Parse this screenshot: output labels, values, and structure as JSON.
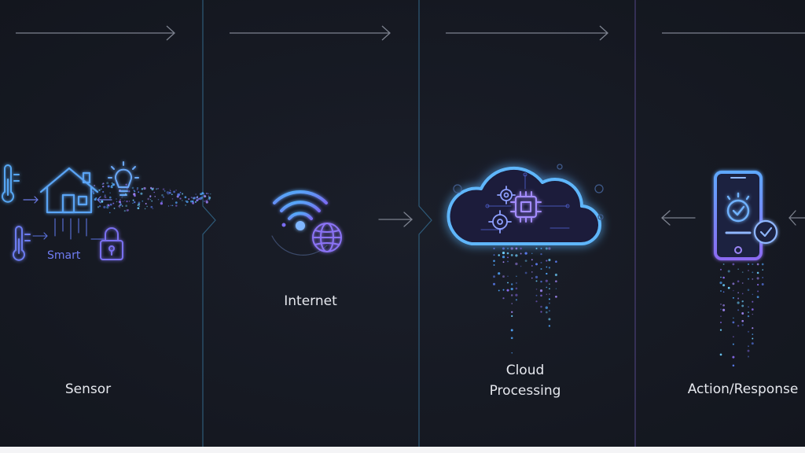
{
  "stages": [
    {
      "label": "Sensor"
    },
    {
      "label": "Internet"
    },
    {
      "label_line1": "Cloud",
      "label_line2": "Processing"
    },
    {
      "label": "Action/Response"
    }
  ],
  "sensor_panel": {
    "smart_label": "Smart"
  },
  "icons": [
    "arrow-right-icon",
    "thermometer-icon",
    "house-icon",
    "lightbulb-icon",
    "lock-icon",
    "wifi-icon",
    "globe-icon",
    "cloud-icon",
    "gear-icon",
    "chip-icon",
    "smartphone-icon",
    "check-circle-icon",
    "arrow-left-icon"
  ],
  "colors": {
    "background": "#151821",
    "accent_blue": "#4fa3f7",
    "accent_purple": "#8a6cf0",
    "divider": "#2f5c7a",
    "text": "#e6e8ee"
  }
}
